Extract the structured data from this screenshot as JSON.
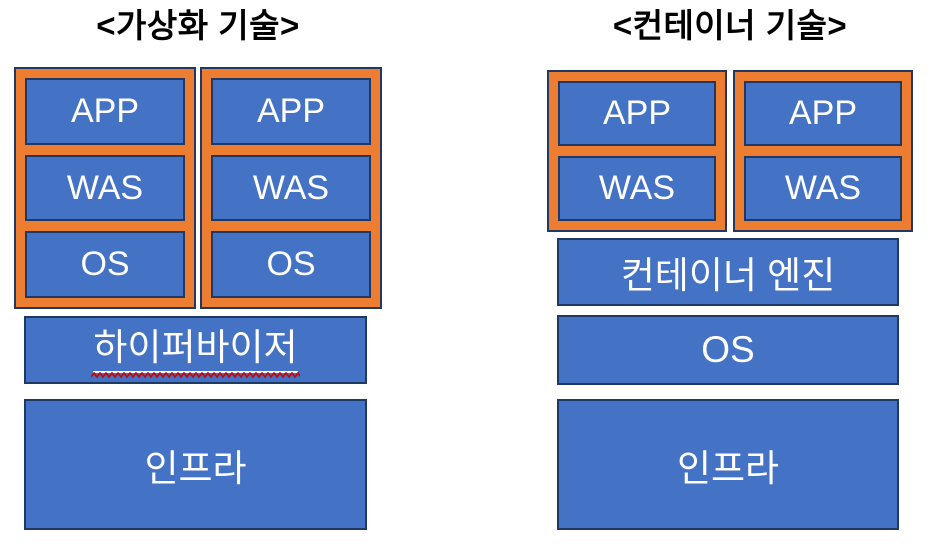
{
  "colors": {
    "box_blue_fill": "#4472C4",
    "box_border_navy": "#1F3864",
    "container_orange_fill": "#ED7D31",
    "label_white": "#FFFFFF",
    "title_black": "#000000",
    "spellcheck_red": "#CC0000"
  },
  "left": {
    "title": "<가상화 기술>",
    "vms": [
      {
        "layers": [
          "APP",
          "WAS",
          "OS"
        ]
      },
      {
        "layers": [
          "APP",
          "WAS",
          "OS"
        ]
      }
    ],
    "hypervisor": "하이퍼바이저",
    "infra": "인프라"
  },
  "right": {
    "title": "<컨테이너 기술>",
    "containers": [
      {
        "layers": [
          "APP",
          "WAS"
        ]
      },
      {
        "layers": [
          "APP",
          "WAS"
        ]
      }
    ],
    "engine": "컨테이너 엔진",
    "os": "OS",
    "infra": "인프라"
  }
}
